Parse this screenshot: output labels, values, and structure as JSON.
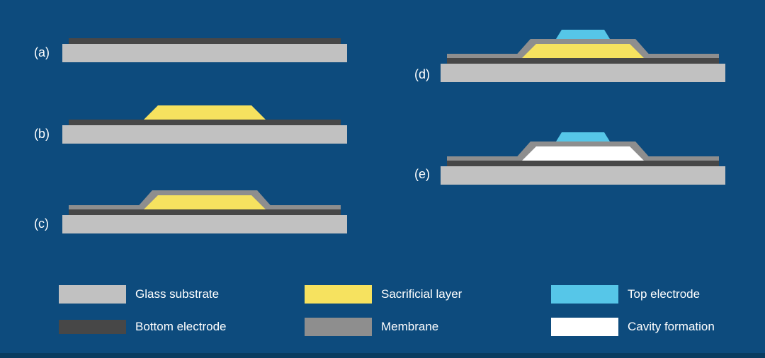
{
  "figure": {
    "background_color": "#0d4b7d",
    "footer_bar_color": "#093c60",
    "text_color": "#ffffff",
    "steps": [
      {
        "label": "(a)",
        "layers": [
          "glass_substrate",
          "bottom_electrode"
        ]
      },
      {
        "label": "(b)",
        "layers": [
          "glass_substrate",
          "bottom_electrode",
          "sacrificial_layer"
        ]
      },
      {
        "label": "(c)",
        "layers": [
          "glass_substrate",
          "bottom_electrode",
          "sacrificial_layer",
          "membrane"
        ]
      },
      {
        "label": "(d)",
        "layers": [
          "glass_substrate",
          "bottom_electrode",
          "sacrificial_layer",
          "membrane",
          "top_electrode"
        ]
      },
      {
        "label": "(e)",
        "layers": [
          "glass_substrate",
          "bottom_electrode",
          "cavity",
          "membrane",
          "top_electrode"
        ]
      }
    ]
  },
  "colors": {
    "glass_substrate": "#c1c1c1",
    "bottom_electrode": "#474747",
    "sacrificial_layer": "#f6e25f",
    "membrane": "#8e8e8e",
    "top_electrode": "#56c6e8",
    "cavity": "#ffffff"
  },
  "legend": {
    "items": [
      {
        "label": "Glass substrate",
        "color_key": "glass_substrate"
      },
      {
        "label": "Sacrificial layer",
        "color_key": "sacrificial_layer"
      },
      {
        "label": "Top electrode",
        "color_key": "top_electrode"
      },
      {
        "label": "Bottom electrode",
        "color_key": "bottom_electrode"
      },
      {
        "label": "Membrane",
        "color_key": "membrane"
      },
      {
        "label": "Cavity formation",
        "color_key": "cavity"
      }
    ]
  }
}
